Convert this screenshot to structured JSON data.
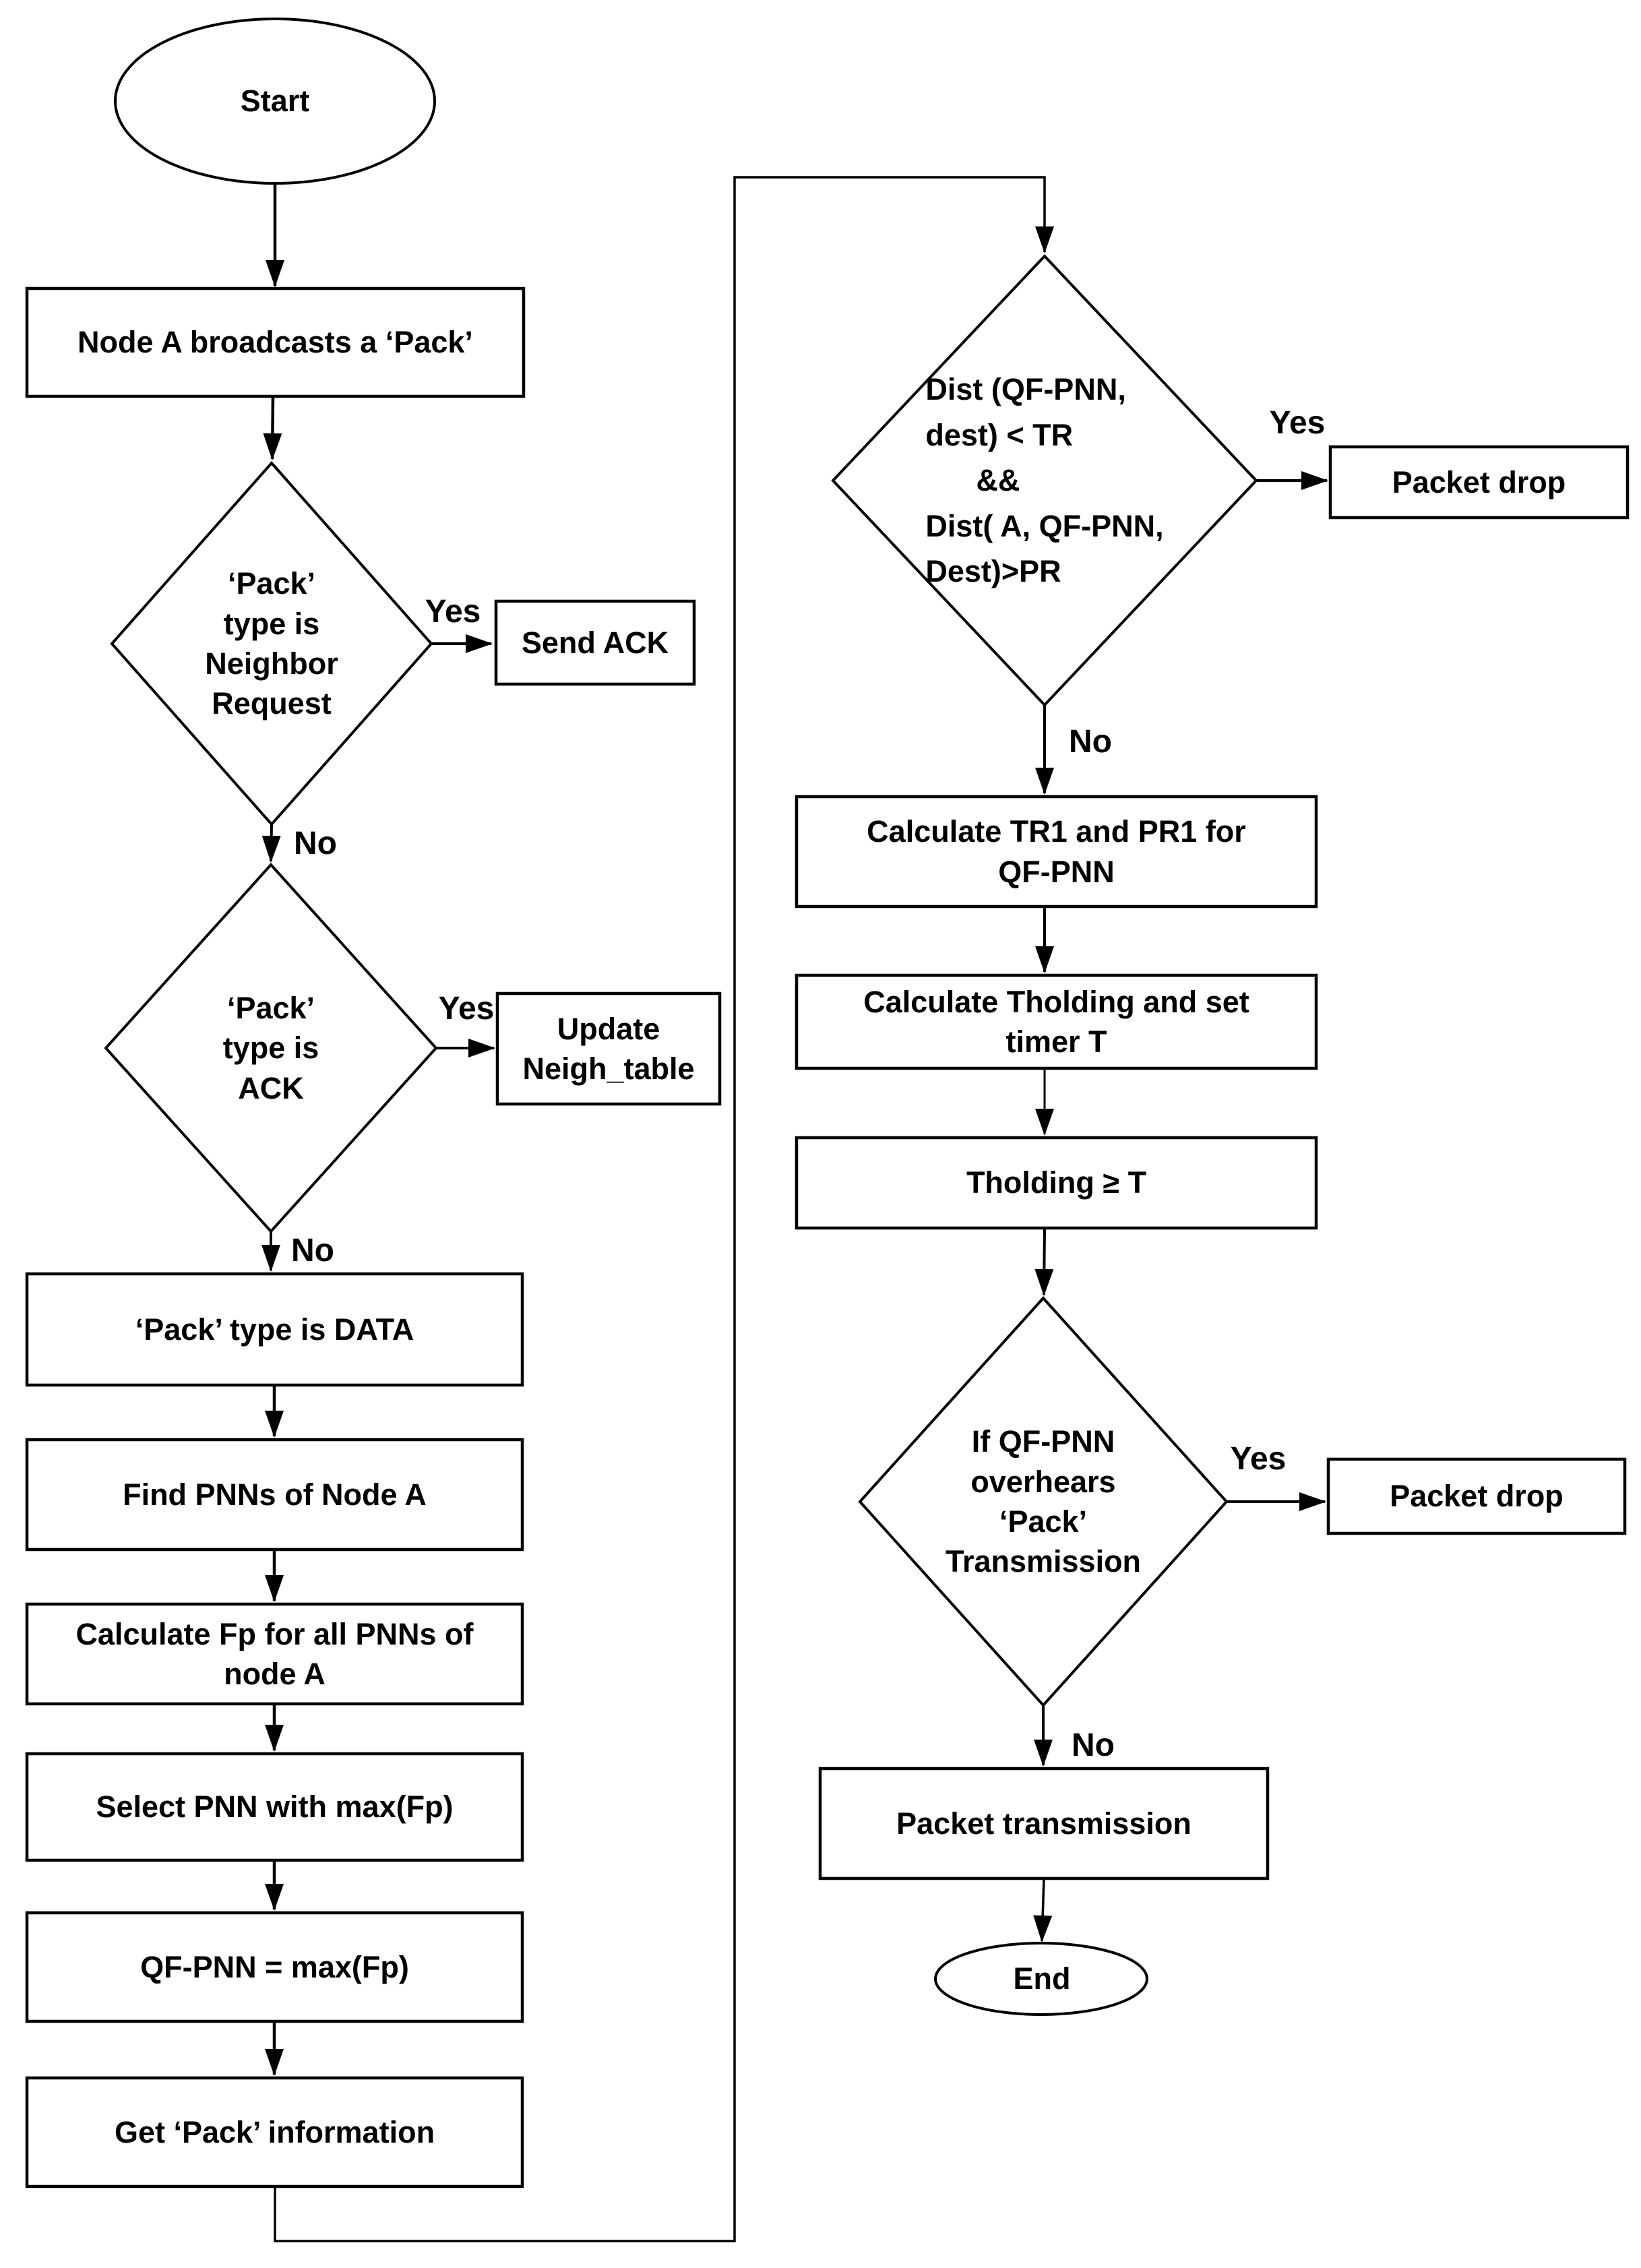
{
  "flowchart": {
    "colors": {
      "stroke": "#000000",
      "background": "#ffffff",
      "text": "#000000"
    },
    "nodes": {
      "start": {
        "type": "terminator",
        "label": "Start"
      },
      "broadcast": {
        "type": "process",
        "label": "Node A broadcasts a ‘Pack’"
      },
      "pack_type_neighbor_request": {
        "type": "decision",
        "label": "‘Pack’\ntype is\nNeighbor\nRequest"
      },
      "send_ack": {
        "type": "process",
        "label": "Send ACK"
      },
      "pack_type_ack": {
        "type": "decision",
        "label": "‘Pack’\ntype is\nACK"
      },
      "update_neigh_table": {
        "type": "process",
        "label": "Update\nNeigh_table"
      },
      "pack_type_data": {
        "type": "process",
        "label": "‘Pack’ type is DATA"
      },
      "find_pnns": {
        "type": "process",
        "label": "Find PNNs of Node A"
      },
      "calculate_fp": {
        "type": "process",
        "label": "Calculate Fp for all PNNs of\nnode A"
      },
      "select_pnn": {
        "type": "process",
        "label": "Select PNN with max(Fp)"
      },
      "qf_pnn": {
        "type": "process",
        "label": "QF-PNN = max(Fp)"
      },
      "get_pack_info": {
        "type": "process",
        "label": "Get ‘Pack’ information"
      },
      "dist_check": {
        "type": "decision",
        "label": "Dist (QF-PNN,\ndest) < TR\n      &&\nDist( A, QF-PNN,\nDest)>PR"
      },
      "packet_drop_top": {
        "type": "process",
        "label": "Packet drop"
      },
      "calculate_tr1_pr1": {
        "type": "process",
        "label": "Calculate TR1 and PR1 for\nQF-PNN"
      },
      "calculate_tholding": {
        "type": "process",
        "label": "Calculate Tholding and set\ntimer T"
      },
      "tholding_check": {
        "type": "process",
        "label": "Tholding ≥ T"
      },
      "overhear_check": {
        "type": "decision",
        "label": "If QF-PNN\noverhears\n‘Pack’\nTransmission"
      },
      "packet_drop_bottom": {
        "type": "process",
        "label": "Packet drop"
      },
      "packet_transmission": {
        "type": "process",
        "label": "Packet transmission"
      },
      "end": {
        "type": "terminator",
        "label": "End"
      }
    },
    "edges": {
      "yes1": "Yes",
      "no1": "No",
      "yes2": "Yes",
      "no2": "No",
      "yes3": "Yes",
      "no3": "No",
      "yes4": "Yes",
      "no4": "No"
    }
  }
}
